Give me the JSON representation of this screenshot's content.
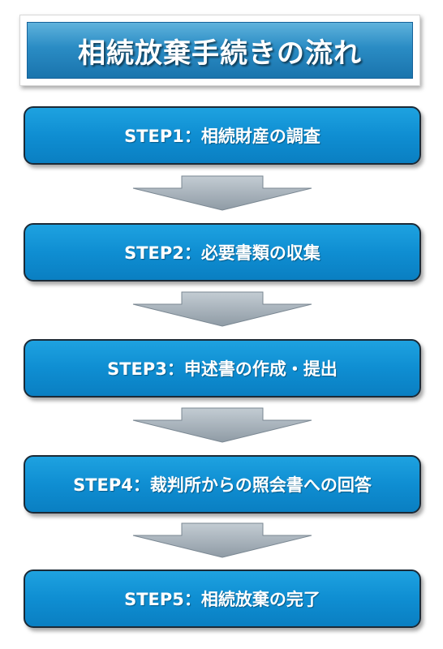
{
  "title": "相続放棄手続きの流れ",
  "steps": [
    {
      "label": "STEP1：相続財産の調査"
    },
    {
      "label": "STEP2：必要書類の収集"
    },
    {
      "label": "STEP3：申述書の作成・提出"
    },
    {
      "label": "STEP4：裁判所からの照会書への回答"
    },
    {
      "label": "STEP5：相続放棄の完了"
    }
  ],
  "colors": {
    "title_blue": "#2a8cc4",
    "step_blue": "#0f8ed2",
    "arrow_gray": "#a9b4bd"
  }
}
